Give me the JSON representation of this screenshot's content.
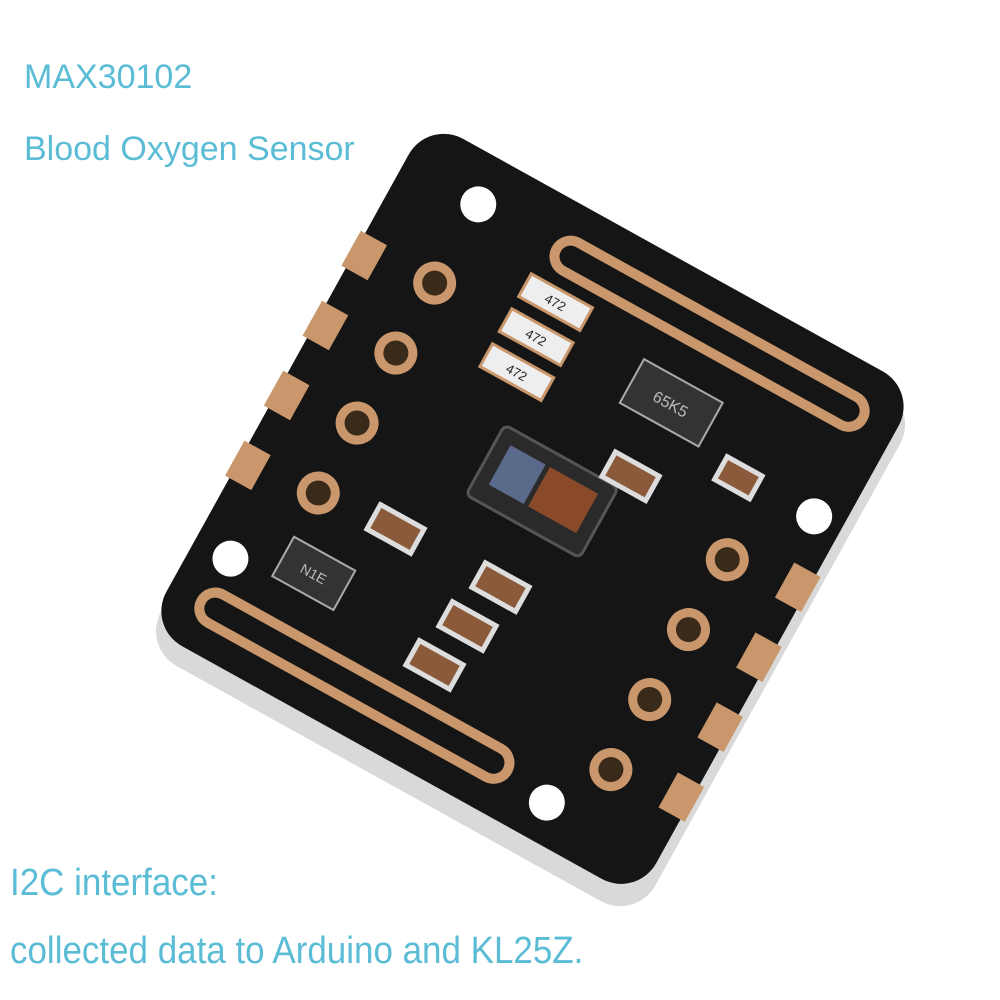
{
  "title": "MAX30102",
  "subtitle": "Blood Oxygen Sensor",
  "interface_heading": "I2C interface:",
  "interface_description": "collected data to Arduino and KL25Z.",
  "component_markings": {
    "resistor": "472",
    "regulator": "65K5",
    "transistor": "N1E"
  },
  "colors": {
    "caption": "#5bbcd6",
    "board": "#151515",
    "gold": "#c9976b",
    "edge": "#d9d9d9"
  }
}
